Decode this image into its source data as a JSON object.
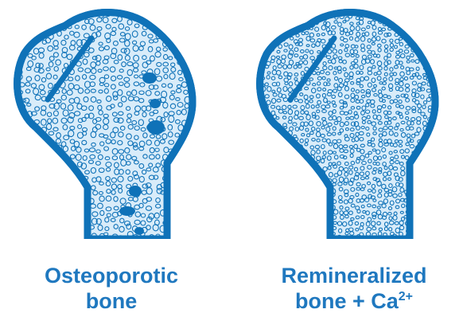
{
  "colors": {
    "outline": "#0f72b8",
    "fill": "#d9ecf9",
    "text": "#1f78bf"
  },
  "figures": [
    {
      "id": "osteoporotic",
      "caption_line1": "Osteoporotic",
      "caption_line2": "bone",
      "holes": "large"
    },
    {
      "id": "remineralized",
      "caption_line1": "Remineralized",
      "caption_line2_text": "bone + Ca",
      "caption_line2_sup": "2+",
      "holes": "small"
    }
  ]
}
